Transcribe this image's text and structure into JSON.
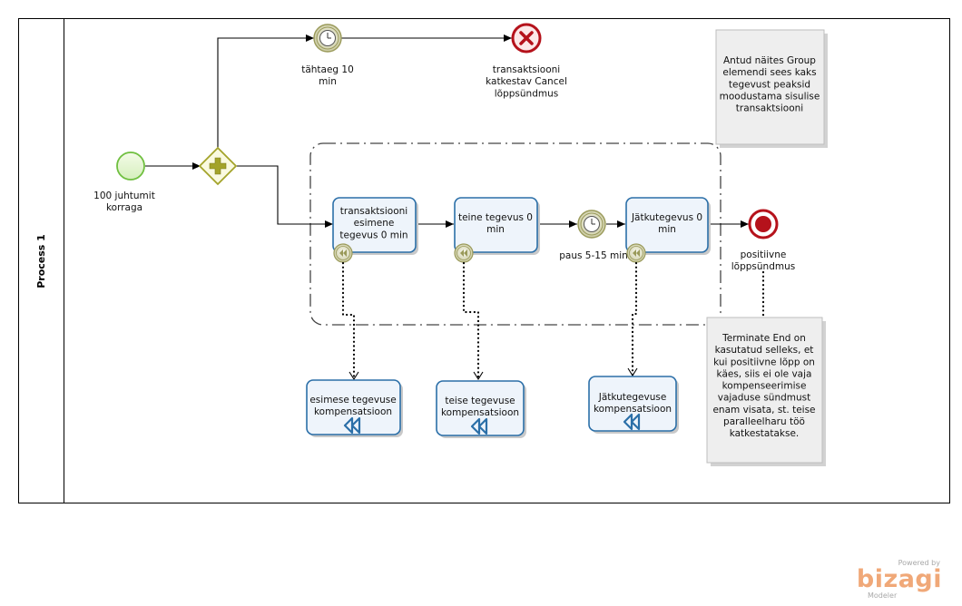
{
  "pool": {
    "label": "Process 1"
  },
  "events": {
    "start": {
      "label": "100 juhtumit\nkorraga"
    },
    "timer_deadline": {
      "label": "tähtaeg 10\nmin"
    },
    "cancel_end": {
      "label": "transaktsiooni\nkatkestav Cancel\nlõppsündmus"
    },
    "timer_pause": {
      "label": "paus 5-15 min"
    },
    "terminate_end": {
      "label": "positiivne\nlõppsündmus"
    }
  },
  "tasks": {
    "task1": {
      "label": "transaktsiooni\nesimene\ntegevus  0 min"
    },
    "task2": {
      "label": "teine tegevus 0\nmin"
    },
    "task3": {
      "label": "Jätkutegevus 0\nmin"
    },
    "comp1": {
      "label": "esimese tegevuse\nkompensatsioon"
    },
    "comp2": {
      "label": "teise tegevuse\nkompensatsioon"
    },
    "comp3": {
      "label": "Jätkutegevuse\nkompensatsioon"
    }
  },
  "annotations": {
    "group_note": {
      "text": "Antud näites Group\nelemendi sees kaks\ntegevust peaksid\nmoodustama sisulise\ntransaktsiooni"
    },
    "terminate_note": {
      "text": "Terminate End on\nkasutatud selleks, et\nkui positiivne lõpp on\nkäes, siis ei ole vaja\nkompenseerimise\nvajaduse sündmust\nenam visata, st. teise\nparalleelharu töö\nkatkestatakse."
    }
  },
  "branding": {
    "powered_by": "Powered by",
    "brand": "bizagi",
    "product": "Modeler"
  },
  "colors": {
    "start": "#6fbf3f",
    "cancel": "#b5121b",
    "task_border": "#2b6fa8",
    "gateway": "#a3a32a",
    "brand": "#f0a878"
  }
}
